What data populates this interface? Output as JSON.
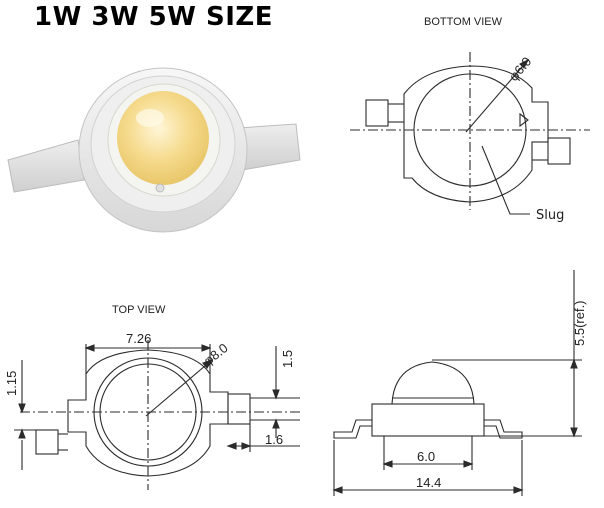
{
  "title": "1W 3W 5W SIZE",
  "bottom_view": {
    "label": "BOTTOM VIEW",
    "diameter": "φ6.0",
    "slug": "Slug"
  },
  "top_view": {
    "label": "TOP VIEW",
    "width": "7.26",
    "diameter": "φ8.0",
    "lead_offset": "1.15",
    "lead_height": "1.5",
    "lead_length": "1.6"
  },
  "side_view": {
    "height": "5.5(ref.)",
    "base_width": "6.0",
    "overall_width": "14.4"
  },
  "colors": {
    "line": "#2b2b2b",
    "led_yellow": "#f6d98a",
    "body": "#e6e6e6"
  }
}
